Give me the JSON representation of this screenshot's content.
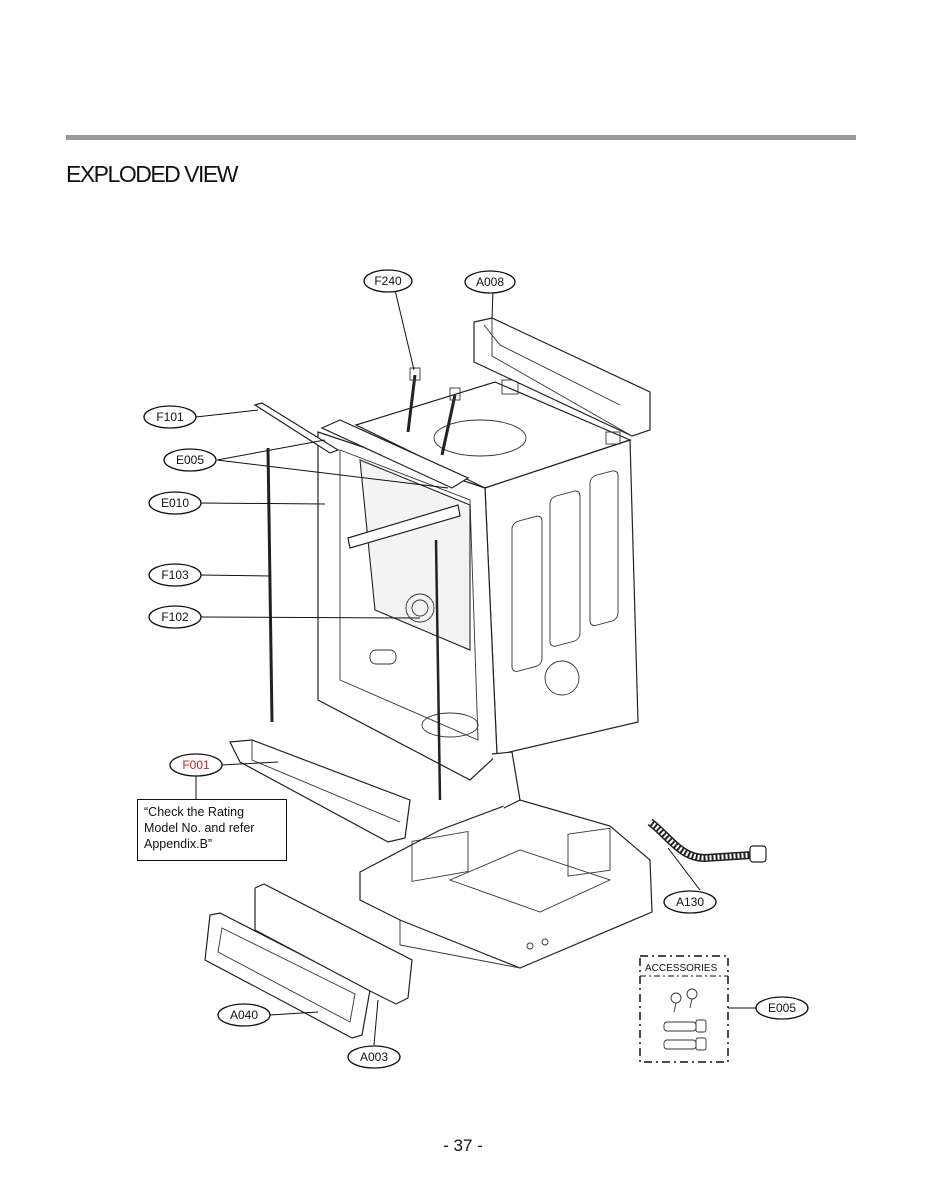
{
  "header": {
    "title": "EXPLODED VIEW"
  },
  "callouts": {
    "f240": "F240",
    "a008": "A008",
    "f101": "F101",
    "e005": "E005",
    "e010": "E010",
    "f103": "F103",
    "f102": "F102",
    "f001": "F001",
    "a130": "A130",
    "a040": "A040",
    "a003": "A003",
    "e005_acc": "E005"
  },
  "note": {
    "text": "“Check the Rating\nModel No. and refer\nAppendix.B”"
  },
  "accessories": {
    "label": "ACCESSORIES"
  },
  "colors": {
    "highlight": "#cc2222",
    "rule": "#9a9a9a"
  },
  "footer": {
    "page_number": "- 37 -"
  }
}
